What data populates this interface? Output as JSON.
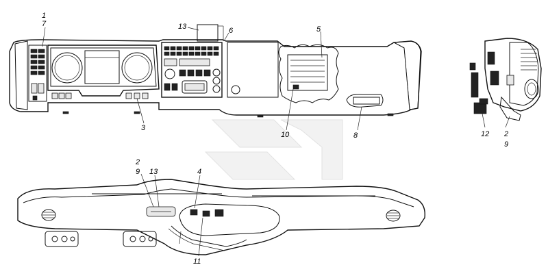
{
  "callouts": {
    "c1": "1",
    "c7": "7",
    "c13a": "13",
    "c6": "6",
    "c5": "5",
    "c3": "3",
    "c10": "10",
    "c8": "8",
    "c12": "12",
    "c2a": "2",
    "c9a": "9",
    "c2b": "2",
    "c9b": "9",
    "c13b": "13",
    "c4": "4",
    "c11": "11"
  }
}
